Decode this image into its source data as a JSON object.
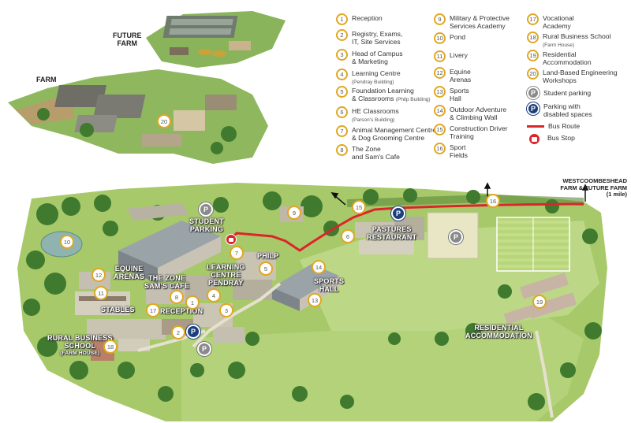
{
  "farm_labels": {
    "future_farm": "FUTURE\nFARM",
    "farm": "FARM"
  },
  "legend": {
    "items": [
      {
        "num": "1",
        "label": "Reception",
        "sub": ""
      },
      {
        "num": "2",
        "label": "Registry, Exams,\nIT, Site Services",
        "sub": ""
      },
      {
        "num": "3",
        "label": "Head of Campus\n& Marketing",
        "sub": ""
      },
      {
        "num": "4",
        "label": "Learning Centre",
        "sub": "(Pendray Building)"
      },
      {
        "num": "5",
        "label": "Foundation Learning\n& Classrooms",
        "sub": "(Philp Building)"
      },
      {
        "num": "6",
        "label": "HE Classrooms",
        "sub": "(Parson's Building)"
      },
      {
        "num": "7",
        "label": "Animal Management Centre\n& Dog Grooming Centre",
        "sub": ""
      },
      {
        "num": "8",
        "label": "The Zone\nand Sam's Cafe",
        "sub": ""
      },
      {
        "num": "9",
        "label": "Military & Protective\nServices Academy",
        "sub": ""
      },
      {
        "num": "10",
        "label": "Pond",
        "sub": ""
      },
      {
        "num": "11",
        "label": "Livery",
        "sub": ""
      },
      {
        "num": "12",
        "label": "Equine\nArenas",
        "sub": ""
      },
      {
        "num": "13",
        "label": "Sports\nHall",
        "sub": ""
      },
      {
        "num": "14",
        "label": "Outdoor Adventure\n& Climbing Wall",
        "sub": ""
      },
      {
        "num": "15",
        "label": "Construction Driver\nTraining",
        "sub": ""
      },
      {
        "num": "16",
        "label": "Sport\nFields",
        "sub": ""
      },
      {
        "num": "17",
        "label": "Vocational\nAcademy",
        "sub": ""
      },
      {
        "num": "18",
        "label": "Rural Business School",
        "sub": "(Farm House)"
      },
      {
        "num": "19",
        "label": "Residential\nAccommodation",
        "sub": ""
      },
      {
        "num": "20",
        "label": "Land-Based Engineering\nWorkshops",
        "sub": ""
      }
    ],
    "student_parking": "Student parking",
    "disabled_parking": "Parking with\ndisabled spaces",
    "bus_route": "Bus Route",
    "bus_stop": "Bus Stop",
    "p_letter": "P"
  },
  "map_labels": {
    "student_parking": "STUDENT\nPARKING",
    "equine_arenas": "EQUINE\nARENAS",
    "the_zone": "THE ZONE\nSAM'S CAFE",
    "learning_centre": "LEARNING\nCENTRE\nPENDRAY",
    "philp": "PHILP",
    "pastures": "PASTURES\nRESTAURANT",
    "sports_hall": "SPORTS\nHALL",
    "stables": "STABLES",
    "reception": "RECEPTION",
    "rural_business": "RURAL BUSINESS\nSCHOOL",
    "rural_business_sub": "(FARM HOUSE)",
    "residential": "RESIDENTIAL\nACCOMMODATION",
    "destination": "WESTCOOMBESHEAD\nFARM & FUTURE FARM\n(1 mile)"
  },
  "pins": [
    "1",
    "2",
    "3",
    "4",
    "5",
    "6",
    "7",
    "8",
    "9",
    "10",
    "11",
    "12",
    "13",
    "14",
    "15",
    "16",
    "17",
    "18",
    "19",
    "20"
  ],
  "colors": {
    "pin_border": "#e0a722",
    "bus_route": "#d9262b",
    "parking_grey": "#8a8a8a",
    "parking_blue": "#1d3f7c",
    "grass": "#a8c96a",
    "tree": "#3f7a2e"
  }
}
